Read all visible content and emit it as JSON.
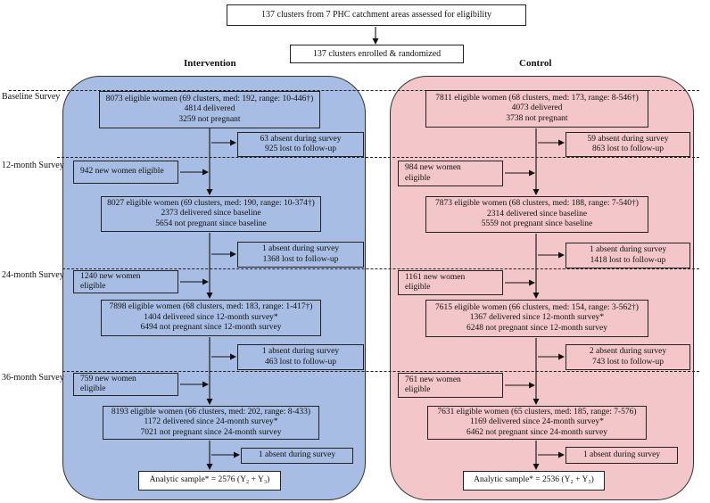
{
  "top": {
    "assessed": "137 clusters from 7 PHC catchment areas assessed for eligibility",
    "enrolled": "137 clusters enrolled & randomized"
  },
  "arms": {
    "intervention": "Intervention",
    "control": "Control"
  },
  "surveys": {
    "baseline": "Baseline Survey",
    "m12": "12-month Survey",
    "m24": "24-month Survey",
    "m36": "36-month  Survey"
  },
  "intervention": {
    "baseline": [
      "8073 eligible women (69 clusters, med: 192, range: 10-446†)",
      "4814 delivered",
      "3259 not pregnant"
    ],
    "loss1": [
      "63 absent during survey",
      "925 lost to follow-up"
    ],
    "new12": [
      "942 new women eligible"
    ],
    "m12": [
      "8027 eligible women (69 clusters, med: 190, range: 10-374†)",
      "2373 delivered since baseline",
      "5654 not pregnant since baseline"
    ],
    "loss2": [
      "1 absent during survey",
      "1368 lost to follow-up"
    ],
    "new24": [
      "1240 new women",
      "eligible"
    ],
    "m24": [
      "7898 eligible women (68 clusters, med: 183, range: 1-417†)",
      "1404 delivered since 12-month survey*",
      "6494 not pregnant since 12-month survey"
    ],
    "loss3": [
      "1 absent during survey",
      "463 lost to follow-up"
    ],
    "new36": [
      "759 new women",
      "eligible"
    ],
    "m36": [
      "8193 eligible women (66 clusters, med: 202, range: 8-433)",
      "1172 delivered since 24-month survey*",
      "7021 not pregnant since 24-month survey"
    ],
    "loss4": [
      "1 absent during survey"
    ],
    "analytic": [
      "Analytic sample* = 2576 (Y₂ + Y₃)"
    ]
  },
  "control": {
    "baseline": [
      "7811 eligible women (68 clusters, med: 173, range: 8-546†)",
      "4073 delivered",
      "3738 not pregnant"
    ],
    "loss1": [
      "59 absent during survey",
      "863 lost to follow-up"
    ],
    "new12": [
      "984 new women",
      "eligible"
    ],
    "m12": [
      "7873 eligible women (68 clusters, med: 188, range: 7-540†)",
      "2314 delivered since baseline",
      "5559 not pregnant since baseline"
    ],
    "loss2": [
      "1 absent during survey",
      "1418 lost to follow-up"
    ],
    "new24": [
      "1161 new women",
      "eligible"
    ],
    "m24": [
      "7615 eligible women (66 clusters, med: 154, range: 3-562†)",
      "1367 delivered since 12-month survey*",
      "6248 not pregnant since 12-month survey"
    ],
    "loss3": [
      "2 absent during survey",
      "743 lost to follow-up"
    ],
    "new36": [
      "761 new women",
      "eligible"
    ],
    "m36": [
      "7631 eligible women (65 clusters, med: 185, range: 7-576)",
      "1169 delivered since 24-month survey*",
      "6462 not pregnant since 24-month survey"
    ],
    "loss4": [
      "1 absent during survey"
    ],
    "analytic": [
      "Analytic sample* = 2536 (Y₂ + Y₃)"
    ]
  },
  "colors": {
    "intervention_panel": "#a7bde3",
    "control_panel": "#f3c7c9"
  }
}
